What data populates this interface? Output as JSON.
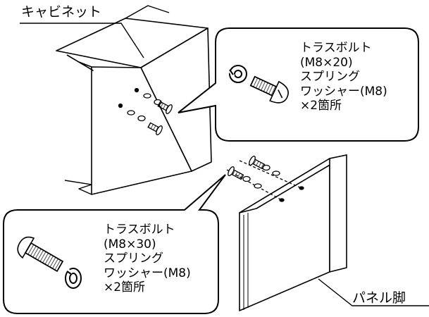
{
  "labels": {
    "cabinet": "キャビネット",
    "panel_leg": "パネル脚"
  },
  "callouts": {
    "upper": {
      "lines": [
        "トラスボルト",
        "(M8×20)",
        "スプリング",
        "ワッシャー(M8)",
        "×2箇所"
      ]
    },
    "lower": {
      "lines": [
        "トラスボルト",
        "(M8×30)",
        "スプリング",
        "ワッシャー(M8)",
        "×2箇所"
      ]
    }
  }
}
